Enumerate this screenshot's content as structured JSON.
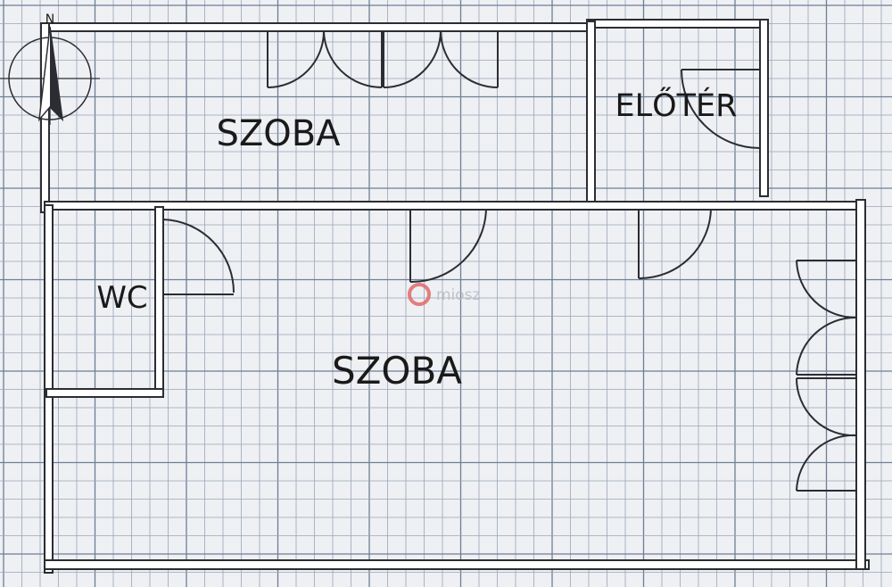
{
  "rooms": {
    "upper_room": "SZOBA",
    "hall": "ELŐTÉR",
    "wc": "WC",
    "main_room": "SZOBA"
  },
  "compass": {
    "north": "N"
  },
  "watermark": {
    "brand": "miosz"
  },
  "colors": {
    "background": "#eef0f3",
    "grid_minor": "#9aa6b8",
    "grid_major": "#6f7e96",
    "wall": "#2b2d33",
    "wall_fill": "#ffffff",
    "door": "#2b2d33",
    "text": "#1a1a1a",
    "watermark_red": "#e36a6a"
  }
}
